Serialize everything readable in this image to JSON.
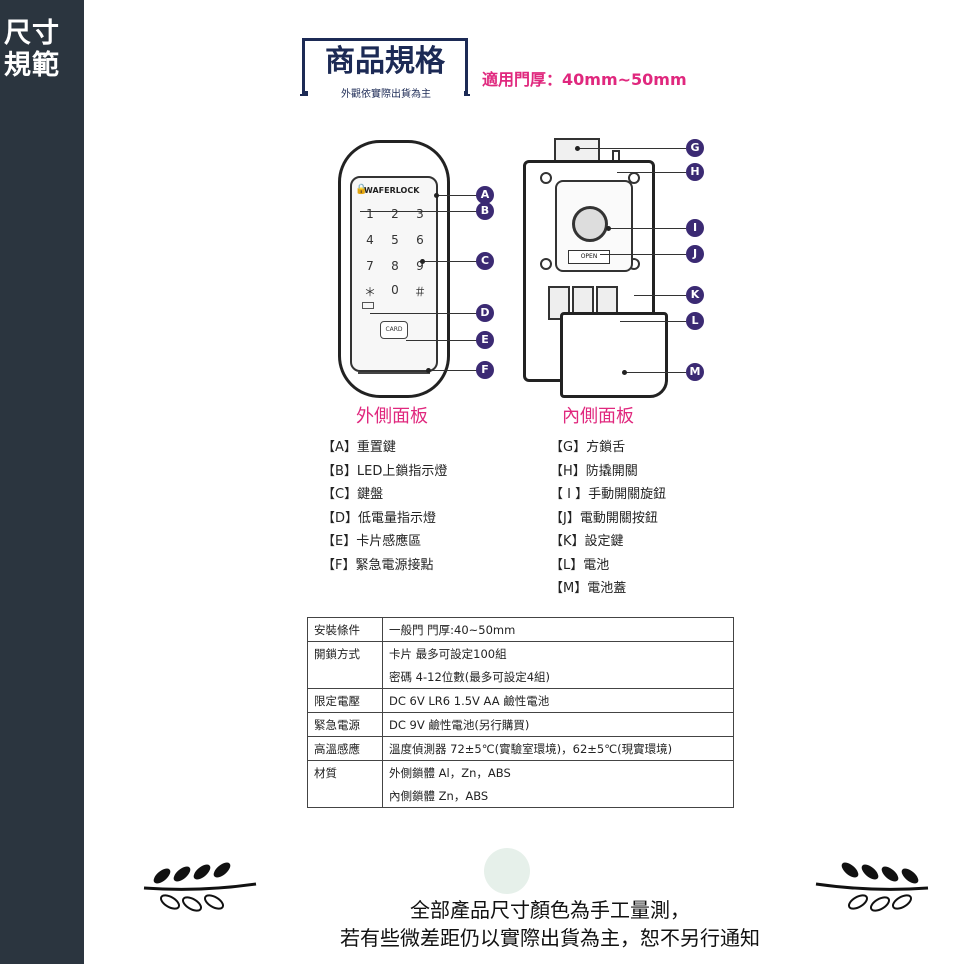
{
  "sidebar": {
    "title_line1": "尺寸",
    "title_line2": "規範"
  },
  "header": {
    "title": "商品規格",
    "subtitle": "外觀依實際出貨為主",
    "door_thickness": "適用門厚：40mm~50mm"
  },
  "device": {
    "brand": "WAFERLOCK",
    "keys": [
      "1",
      "2",
      "3",
      "4",
      "5",
      "6",
      "7",
      "8",
      "9",
      "＊",
      "0",
      "＃"
    ],
    "card_label": "CARD",
    "open_label": "OPEN"
  },
  "callouts": [
    "A",
    "B",
    "C",
    "D",
    "E",
    "F",
    "G",
    "H",
    "I",
    "J",
    "K",
    "L",
    "M"
  ],
  "panel_labels": {
    "outer": "外側面板",
    "inner": "內側面板"
  },
  "legend_left": [
    "【A】重置鍵",
    "【B】LED上鎖指示燈",
    "【C】鍵盤",
    "【D】低電量指示燈",
    "【E】卡片感應區",
    "【F】緊急電源接點"
  ],
  "legend_right": [
    "【G】方鎖舌",
    "【H】防撬開關",
    "【 I 】手動開關旋鈕",
    "【J】電動開關按鈕",
    "【K】設定鍵",
    "【L】電池",
    "【M】電池蓋"
  ],
  "spec_table": {
    "rows": [
      {
        "key": "安裝條件",
        "value": "一般門 門厚:40~50mm"
      },
      {
        "key": "開鎖方式",
        "value": "卡片 最多可設定100組"
      },
      {
        "key": "",
        "value": "密碼 4-12位數(最多可設定4組)"
      },
      {
        "key": "限定電壓",
        "value": "DC 6V LR6 1.5V AA 鹼性電池"
      },
      {
        "key": "緊急電源",
        "value": "DC 9V 鹼性電池(另行購買)"
      },
      {
        "key": "高溫感應",
        "value": "溫度偵測器 72±5℃(實驗室環境)，62±5℃(現實環境)"
      },
      {
        "key": "材質",
        "value": "外側鎖體 Al，Zn，ABS"
      },
      {
        "key": "",
        "value": "內側鎖體 Zn，ABS"
      }
    ]
  },
  "footer": {
    "line1": "全部產品尺寸顏色為手工量測，",
    "line2": "若有些微差距仍以實際出貨為主，恕不另行通知"
  }
}
